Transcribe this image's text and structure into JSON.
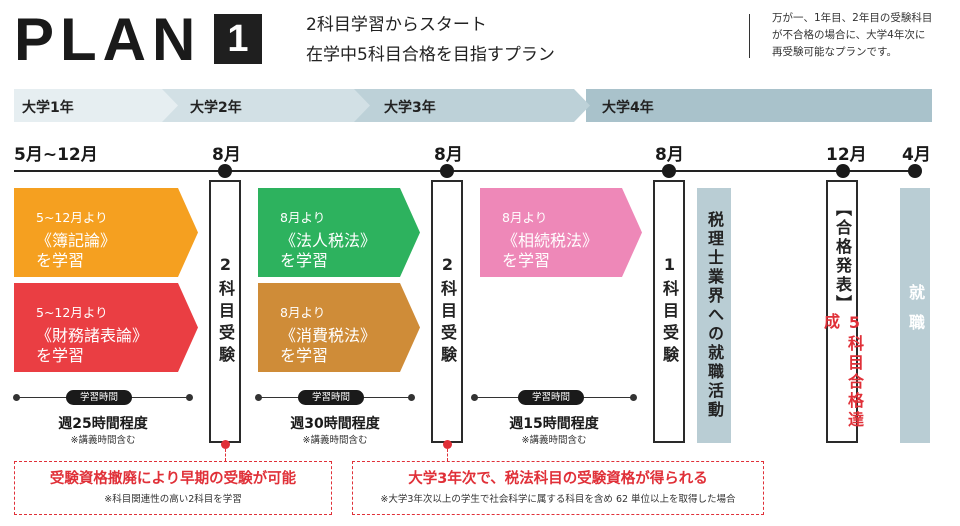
{
  "header": {
    "plan_word": "PLAN",
    "plan_number": "1",
    "subtitle_line1": "2科目学習からスタート",
    "subtitle_line2": "在学中5科目合格を目指すプラン",
    "note_line1": "万が一、1年目、2年目の受験科目",
    "note_line2": "が不合格の場合に、大学4年次に",
    "note_line3": "再受験可能なプランです。"
  },
  "years": [
    "大学1年",
    "大学2年",
    "大学3年",
    "大学4年"
  ],
  "months": {
    "start_a": "5月",
    "start_sep": "~",
    "start_b": "12月",
    "aug1": "8月",
    "aug2": "8月",
    "aug3": "8月",
    "dec": "12月",
    "apr": "4月"
  },
  "subjects": [
    {
      "from": "5~12月より",
      "name": "《簿記論》",
      "action": "を学習",
      "color": "#f5a020"
    },
    {
      "from": "5~12月より",
      "name": "《財務諸表論》",
      "action": "を学習",
      "color": "#ea3e43"
    },
    {
      "from": "8月より",
      "name": "《法人税法》",
      "action": "を学習",
      "color": "#2db25e"
    },
    {
      "from": "8月より",
      "name": "《消費税法》",
      "action": "を学習",
      "color": "#cf8c38"
    },
    {
      "from": "8月より",
      "name": "《相続税法》",
      "action": "を学習",
      "color": "#ee88b8"
    }
  ],
  "exams": {
    "exam1": "2科目受験",
    "exam2": "2科目受験",
    "exam3": "1科目受験",
    "job_hunting": "税理士業界への就職活動",
    "result_top": "【合格発表】",
    "result_bottom": "5科目合格達成",
    "employment": "就職"
  },
  "hours": [
    {
      "badge": "学習時間",
      "text": "週25時間程度",
      "note": "※講義時間含む"
    },
    {
      "badge": "学習時間",
      "text": "週30時間程度",
      "note": "※講義時間含む"
    },
    {
      "badge": "学習時間",
      "text": "週15時間程度",
      "note": "※講義時間含む"
    }
  ],
  "red_notes": [
    {
      "main": "受験資格撤廃により早期の受験が可能",
      "sub": "※科目関連性の高い2科目を学習"
    },
    {
      "main": "大学3年次で、税法科目の受験資格が得られる",
      "sub": "※大学3年次以上の学生で社会科学に属する科目を含め 62 単位以上を取得した場合"
    }
  ],
  "colors": {
    "year_band_1": "#e6eef1",
    "year_band_2": "#d2e0e5",
    "year_band_3": "#bdd1d8",
    "year_band_4": "#a9c2cb",
    "gray_box": "#b9cdd4",
    "accent_red": "#e03038"
  }
}
